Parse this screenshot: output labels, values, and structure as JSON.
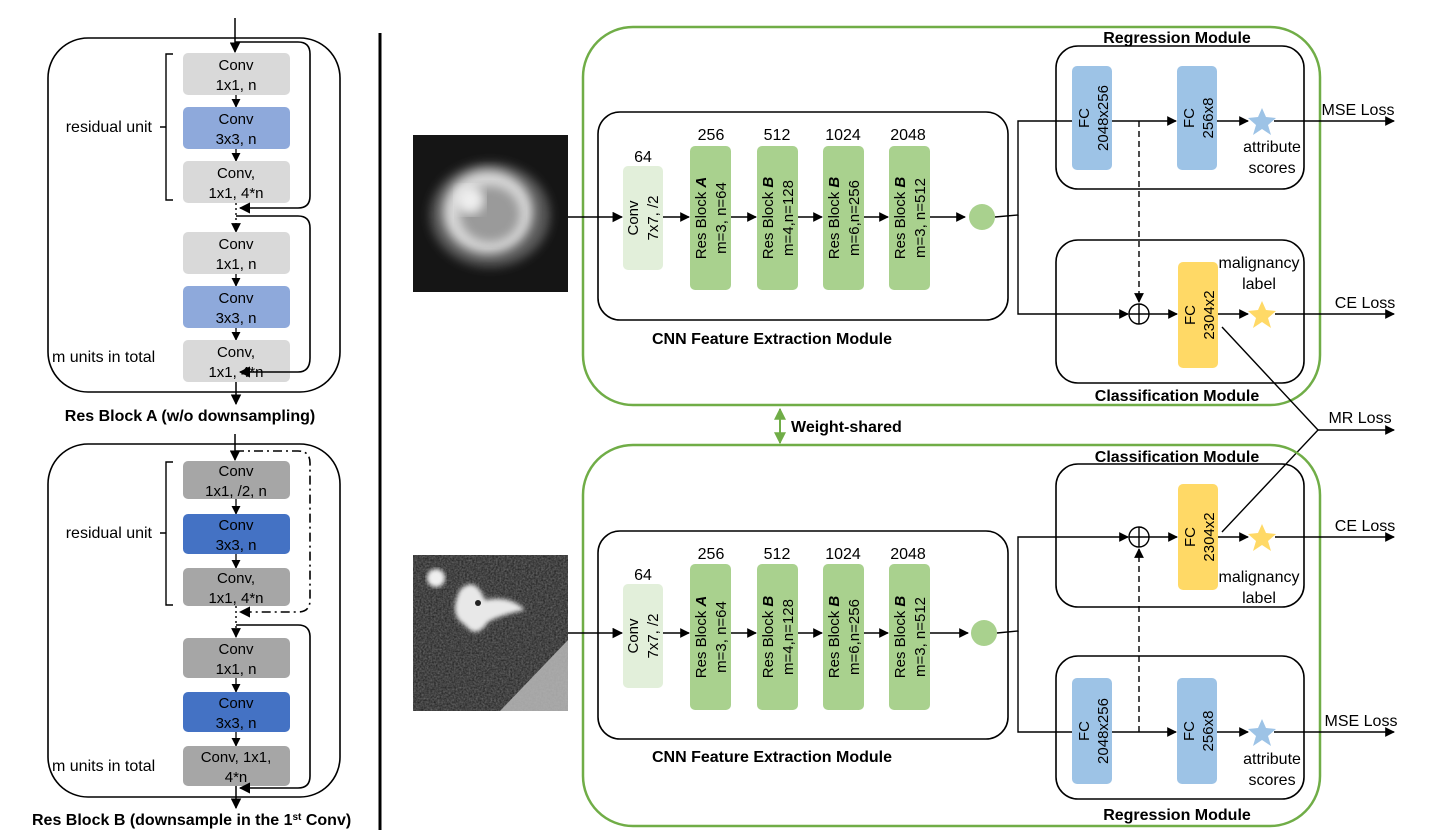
{
  "colors": {
    "conv_light": "#d9d9d9",
    "conv_blue_light": "#8ea9db",
    "conv_dark": "#a6a6a6",
    "conv_blue_dark": "#4472c4",
    "green_block": "#a9d18e",
    "green_conv": "#e2efda",
    "fc_blue": "#9dc3e6",
    "fc_yellow": "#ffd966",
    "module_border": "#70ad47",
    "star_blue": "#9dc3e6",
    "star_yellow": "#ffd966"
  },
  "resblock_a": {
    "units": [
      {
        "line1": "Conv",
        "line2": "1x1, n"
      },
      {
        "line1": "Conv",
        "line2": "3x3, n"
      },
      {
        "line1": "Conv,",
        "line2": "1x1, 4*n"
      },
      {
        "line1": "Conv",
        "line2": "1x1, n"
      },
      {
        "line1": "Conv",
        "line2": "3x3, n"
      },
      {
        "line1": "Conv,",
        "line2": "1x1, 4*n"
      }
    ],
    "residual_label": "residual unit",
    "total_label": "m units in total",
    "caption": "Res Block A (w/o downsampling)"
  },
  "resblock_b": {
    "units": [
      {
        "line1": "Conv",
        "line2": "1x1, /2, n"
      },
      {
        "line1": "Conv",
        "line2": "3x3, n"
      },
      {
        "line1": "Conv,",
        "line2": "1x1, 4*n"
      },
      {
        "line1": "Conv",
        "line2": "1x1, n"
      },
      {
        "line1": "Conv",
        "line2": "3x3, n"
      },
      {
        "line1": "Conv, 1x1,",
        "line2": "4*n"
      }
    ],
    "residual_label": "residual unit",
    "total_label": "m units in total",
    "caption_main": "Res Block B (downsample in the 1",
    "caption_sup": "st",
    "caption_end": " Conv)"
  },
  "network": {
    "conv": {
      "channels": "64",
      "line1": "Conv",
      "line2": "7x7, /2"
    },
    "blocks": [
      {
        "channels": "256",
        "prefix": "Res Block ",
        "letter": "A",
        "params": "m=3, n=64"
      },
      {
        "channels": "512",
        "prefix": "Res Block ",
        "letter": "B",
        "params": "m=4,n=128"
      },
      {
        "channels": "1024",
        "prefix": "Res Block ",
        "letter": "B",
        "params": "m=6,n=256"
      },
      {
        "channels": "2048",
        "prefix": "Res Block ",
        "letter": "B",
        "params": "m=3, n=512"
      }
    ],
    "cnn_label": "CNN Feature Extraction Module"
  },
  "top_branch": {
    "regression_title": "Regression Module",
    "fc1": "FC 2048x256",
    "fc1_a": "FC",
    "fc1_b": "2048x256",
    "fc2_a": "FC",
    "fc2_b": "256x8",
    "attribute_1": "attribute",
    "attribute_2": "scores",
    "classification_title": "Classification Module",
    "fc3_a": "FC",
    "fc3_b": "2304x2",
    "malignancy_1": "malignancy",
    "malignancy_2": "label"
  },
  "bottom_branch": {
    "classification_title": "Classification Module",
    "fc3_a": "FC",
    "fc3_b": "2304x2",
    "malignancy_1": "malignancy",
    "malignancy_2": "label",
    "regression_title": "Regression Module",
    "fc1_a": "FC",
    "fc1_b": "2048x256",
    "fc2_a": "FC",
    "fc2_b": "256x8",
    "attribute_1": "attribute",
    "attribute_2": "scores"
  },
  "losses": {
    "mse_top": "MSE Loss",
    "ce_top": "CE Loss",
    "mr": "MR Loss",
    "ce_bottom": "CE Loss",
    "mse_bottom": "MSE Loss"
  },
  "weight_shared": "Weight-shared"
}
